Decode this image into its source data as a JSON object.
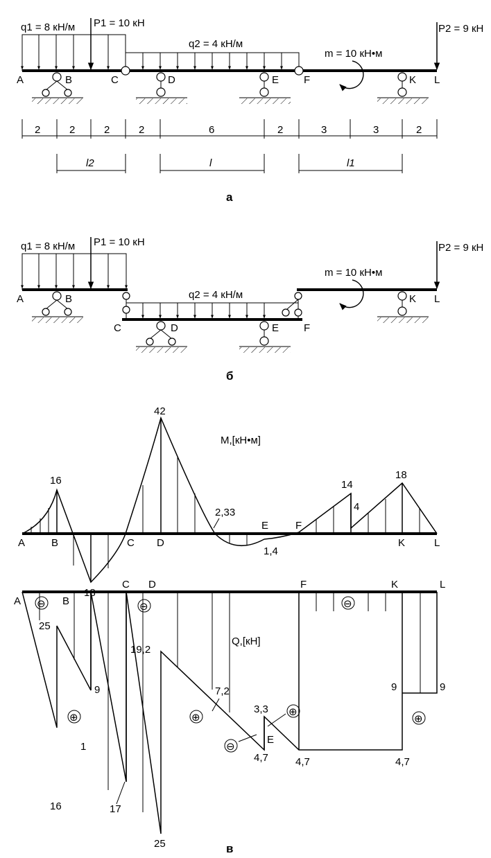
{
  "panel_a": {
    "caption": "а",
    "q1": "q1 = 8 кН/м",
    "p1": "P1 = 10 кН",
    "q2": "q2 = 4 кН/м",
    "m": "m = 10 кН•м",
    "p2": "P2 = 9 кН",
    "points": [
      "A",
      "B",
      "C",
      "D",
      "E",
      "F",
      "K",
      "L"
    ],
    "dimensions": [
      "2",
      "2",
      "2",
      "2",
      "6",
      "2",
      "3",
      "3",
      "2"
    ],
    "spans": [
      "l2",
      "l",
      "l1"
    ]
  },
  "panel_b": {
    "caption": "б",
    "q1": "q1 = 8 кН/м",
    "p1": "P1 = 10 кН",
    "q2": "q2 = 4 кН/м",
    "m": "m = 10 кН•м",
    "p2": "P2 = 9 кН",
    "points": [
      "A",
      "B",
      "C",
      "D",
      "E",
      "F",
      "K",
      "L"
    ]
  },
  "moment_diagram": {
    "title": "M,[кН•м]",
    "points": [
      "A",
      "B",
      "C",
      "D",
      "E",
      "F",
      "K",
      "L"
    ],
    "values": [
      "16",
      "18",
      "42",
      "2,33",
      "1,4",
      "14",
      "4",
      "18"
    ]
  },
  "shear_diagram": {
    "title": "Q,[кН]",
    "points": [
      "A",
      "B",
      "C",
      "D",
      "E",
      "F",
      "K",
      "L"
    ],
    "values": [
      "25",
      "9",
      "1",
      "16",
      "17",
      "25",
      "19,2",
      "7,2",
      "4,7",
      "3,3",
      "4,7",
      "4,7",
      "9",
      "9"
    ],
    "signs": [
      "⊖",
      "⊕",
      "⊖",
      "⊕",
      "⊖",
      "⊕",
      "⊖",
      "⊕"
    ]
  },
  "caption_c": "в"
}
